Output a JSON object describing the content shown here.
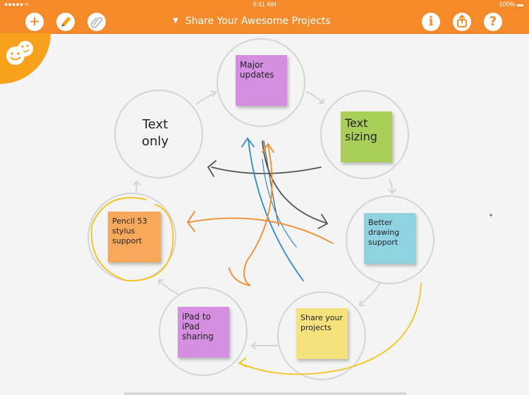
{
  "status": {
    "signal": "●●●●● ≈",
    "time": "9:41 AM",
    "battery": "100%"
  },
  "toolbar": {
    "title": "Share Your Awesome Projects",
    "add_label": "+",
    "info_label": "i",
    "help_label": "?"
  },
  "notes": {
    "major_updates": "Major updates",
    "text_sizing": "Text sizing",
    "better_drawing": "Better drawing support",
    "share_projects": "Share your projects",
    "ipad_sharing": "iPad to iPad sharing",
    "pencil_support": "Pencil 53 stylus support",
    "text_only": "Text only"
  },
  "colors": {
    "toolbar": "#f58a2b",
    "purple_note": "#d58fe0",
    "green_note": "#a9cf58",
    "blue_note": "#8fd2e0",
    "yellow_note": "#f5e27c",
    "orange_note": "#f7a85b"
  }
}
